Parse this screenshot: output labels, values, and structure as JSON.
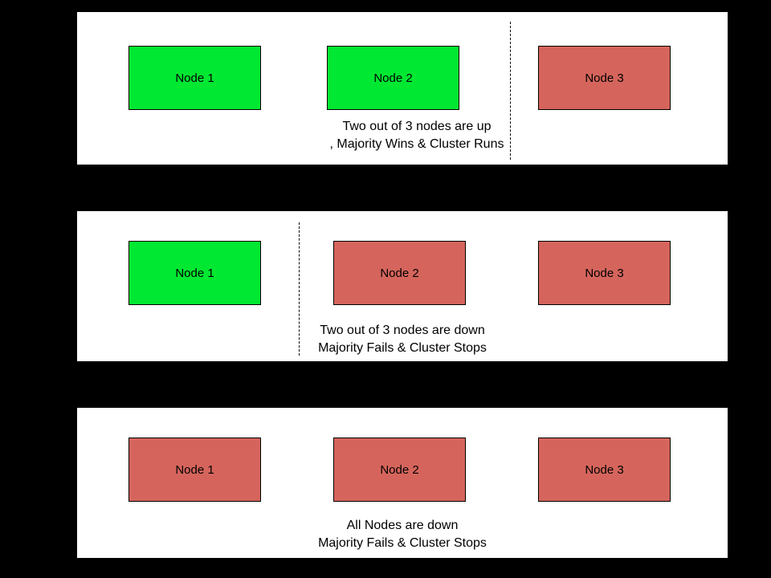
{
  "canvas": {
    "background_color": "#000000",
    "panel_background_color": "#ffffff",
    "node_border_color": "#000000"
  },
  "colors": {
    "node_up": "#00e832",
    "node_down": "#d5655c"
  },
  "panels": [
    {
      "id": "two-nodes-up",
      "nodes": [
        {
          "label": "Node 1",
          "status": "up",
          "color": "#00e832"
        },
        {
          "label": "Node 2",
          "status": "up",
          "color": "#00e832"
        },
        {
          "label": "Node 3",
          "status": "down",
          "color": "#d5655c"
        }
      ],
      "divider": "between Node 2 and Node 3",
      "caption_line1": "Two out of 3 nodes are up",
      "caption_line2": ", Majority Wins & Cluster Runs"
    },
    {
      "id": "two-nodes-down",
      "nodes": [
        {
          "label": "Node 1",
          "status": "up",
          "color": "#00e832"
        },
        {
          "label": "Node 2",
          "status": "down",
          "color": "#d5655c"
        },
        {
          "label": "Node 3",
          "status": "down",
          "color": "#d5655c"
        }
      ],
      "divider": "between Node 1 and Node 2",
      "caption_line1": "Two out of 3 nodes are down",
      "caption_line2": "Majority Fails & Cluster Stops"
    },
    {
      "id": "all-nodes-down",
      "nodes": [
        {
          "label": "Node 1",
          "status": "down",
          "color": "#d5655c"
        },
        {
          "label": "Node 2",
          "status": "down",
          "color": "#d5655c"
        },
        {
          "label": "Node 3",
          "status": "down",
          "color": "#d5655c"
        }
      ],
      "divider": null,
      "caption_line1": "All Nodes are down",
      "caption_line2": "Majority Fails & Cluster Stops"
    }
  ]
}
